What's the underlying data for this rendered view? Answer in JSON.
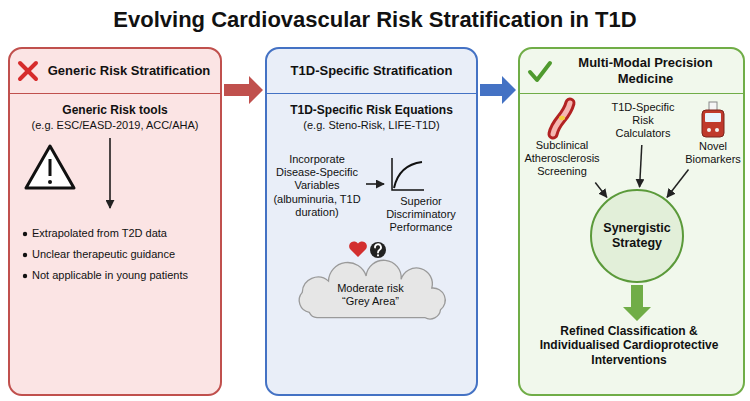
{
  "diagram": {
    "title": "Evolving Cardiovascular Risk Stratification in T1D",
    "nodes": [
      {
        "text": [
          "Generic Risk Stratification",
          "Generic Risk tools",
          "(e.g. ESC/EASD-2019, ACC/AHA)",
          "Extrapolated from T2D data",
          "Unclear therapeutic guidance",
          "Not applicable in young patients"
        ]
      },
      {
        "text": [
          "T1D-Specific Stratification",
          "T1D-Specific Risk Equations",
          "(e.g. Steno-Risk, LIFE-T1D)",
          "Incorporate Disease-Specific Variables (albuminuria, T1D duration)",
          "Superior Discriminatory Performance"
        ]
      },
      {
        "text": [
          "Moderate risk “Grey Area”"
        ],
        "in": 1
      },
      {
        "text": [
          "Multi-Modal Precision Medicine"
        ]
      },
      {
        "text": [
          "Subclinical Atherosclerosis Screening"
        ],
        "in": 3
      },
      {
        "text": [
          "T1D-Specific Risk Calculators"
        ],
        "in": 3
      },
      {
        "text": [
          "Novel Biomarkers"
        ],
        "in": 3
      },
      {
        "text": [
          "Synergistic Strategy"
        ],
        "in": 3
      },
      {
        "text": [
          "Refined Classification & Individualised Cardioprotective Interventions"
        ],
        "in": 3
      }
    ],
    "edges": [
      {
        "from": 0,
        "to": 1,
        "arrow": "to"
      },
      {
        "from": 1,
        "to": 3,
        "arrow": "to"
      },
      {
        "from": 4,
        "to": 7,
        "arrow": "to"
      },
      {
        "from": 5,
        "to": 7,
        "arrow": "to"
      },
      {
        "from": 6,
        "to": 7,
        "arrow": "to"
      },
      {
        "from": 7,
        "to": 8,
        "arrow": "to"
      }
    ]
  }
}
